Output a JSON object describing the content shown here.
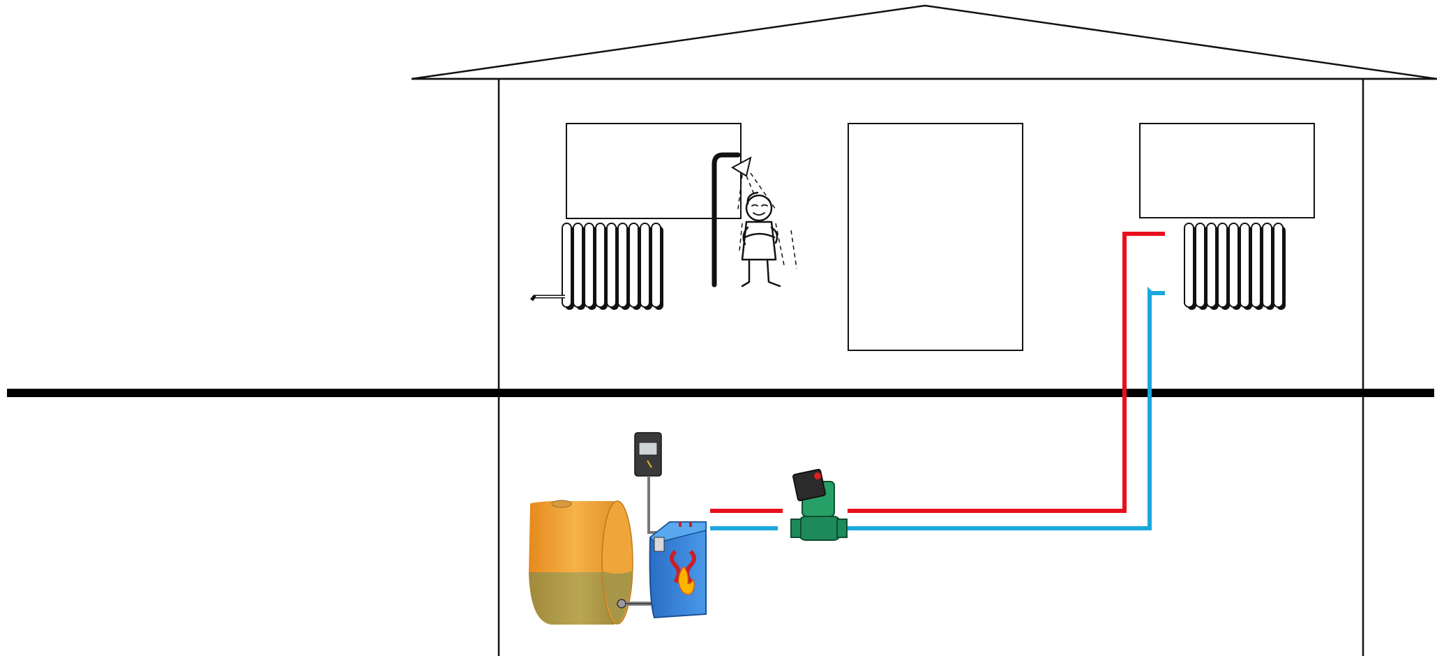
{
  "scene": {
    "type": "house-heating-system-diagram",
    "floors": [
      "upper-floor",
      "basement"
    ],
    "colors": {
      "outline": "#111111",
      "supply_pipe": "#e8101c",
      "return_pipe": "#1aa7dc",
      "oil_tank": "#f0a53a",
      "boiler": "#2f7fd8",
      "pump": "#1e8a5a",
      "controller": "#3a3a3a",
      "flame": "#ffb400"
    },
    "icons": [
      "house-roof-icon",
      "radiator-icon",
      "shower-icon",
      "person-showering-icon",
      "oil-tank-icon",
      "boiler-icon",
      "controller-icon",
      "circulation-pump-icon"
    ],
    "text": {}
  }
}
